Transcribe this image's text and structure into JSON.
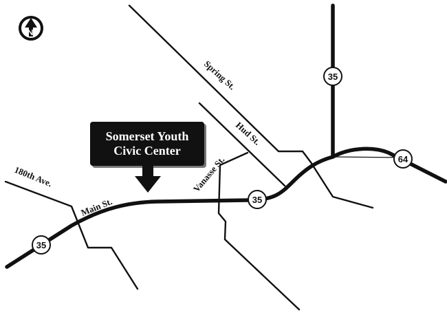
{
  "streets": {
    "spring": "Spring St.",
    "hud": "Hud St.",
    "vanasse": "Vanasse St.",
    "main": "Main St.",
    "ave180": "180th Ave."
  },
  "shields": {
    "route35_north": "35",
    "route35_center": "35",
    "route35_west": "35",
    "route64": "64"
  },
  "callout": {
    "line1": "Somerset Youth",
    "line2": "Civic Center"
  },
  "compass": {
    "icon": "north-arrow-icon"
  }
}
